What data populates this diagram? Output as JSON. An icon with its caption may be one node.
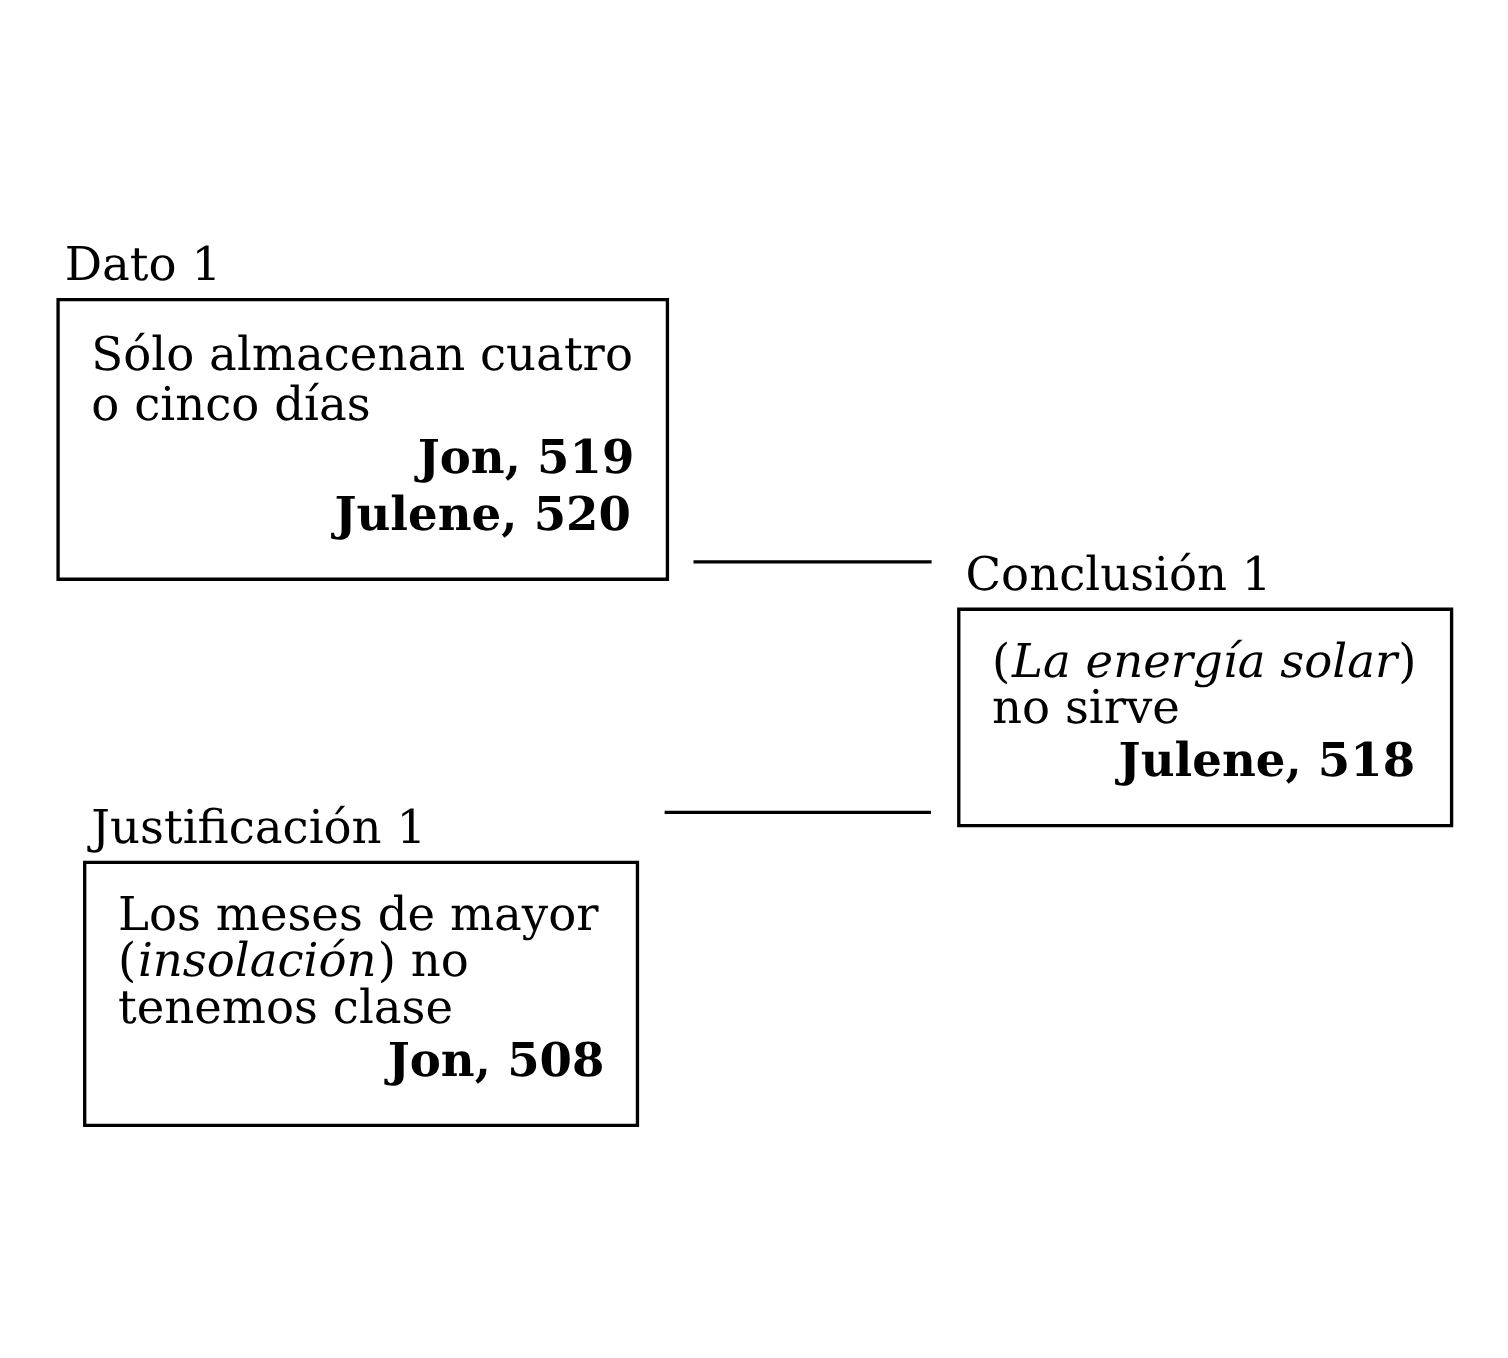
{
  "diagram": {
    "nodes": [
      {
        "text": [
          "Dato 1",
          "Sólo almacenan cuatro o cinco días",
          "Jon, 519",
          "Julene, 520"
        ]
      },
      {
        "text": [
          "Conclusión 1",
          "(*La energía solar*) no sirve",
          "Julene, 518"
        ]
      },
      {
        "text": [
          "Justificación 1",
          "Los meses de mayor (*insolación*) no tenemos clase",
          "Jon, 508"
        ]
      }
    ],
    "edges": [
      {
        "from": 0,
        "to": 1,
        "arrow": "none"
      },
      {
        "from": 2,
        "to": 1,
        "arrow": "none"
      }
    ]
  }
}
